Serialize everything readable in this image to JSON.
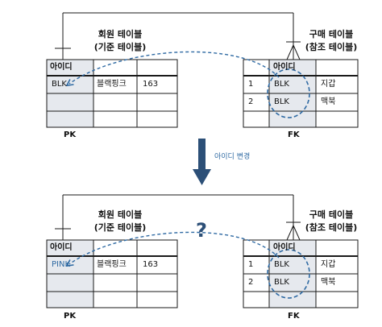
{
  "top": {
    "member_title_line1": "회원 테이블",
    "member_title_line2": "(기준 테이블)",
    "purchase_title_line1": "구매 테이블",
    "purchase_title_line2": "(참조 테이블)",
    "member_header": "아이디",
    "member_row": [
      "BLK",
      "블랙핑크",
      "163"
    ],
    "purchase_header": "아이디",
    "purchase_rows": [
      [
        "1",
        "BLK",
        "지갑"
      ],
      [
        "2",
        "BLK",
        "맥북"
      ]
    ],
    "pk_label": "PK",
    "fk_label": "FK"
  },
  "middle_arrow_label": "아이디 변경",
  "bottom": {
    "member_title_line1": "회원 테이블",
    "member_title_line2": "(기준 테이블)",
    "purchase_title_line1": "구매 테이블",
    "purchase_title_line2": "(참조 테이블)",
    "member_header": "아이디",
    "member_row": [
      "PINK",
      "블랙핑크",
      "163"
    ],
    "purchase_header": "아이디",
    "purchase_rows": [
      [
        "1",
        "BLK",
        "지갑"
      ],
      [
        "2",
        "BLK",
        "맥북"
      ]
    ],
    "pk_label": "PK",
    "fk_label": "FK",
    "question_mark": "?"
  },
  "colors": {
    "accent_blue": "#2f6aa3",
    "arrow_blue": "#2c4f77",
    "cell_shade": "#e6e9ee",
    "line": "#1a1a1a"
  }
}
